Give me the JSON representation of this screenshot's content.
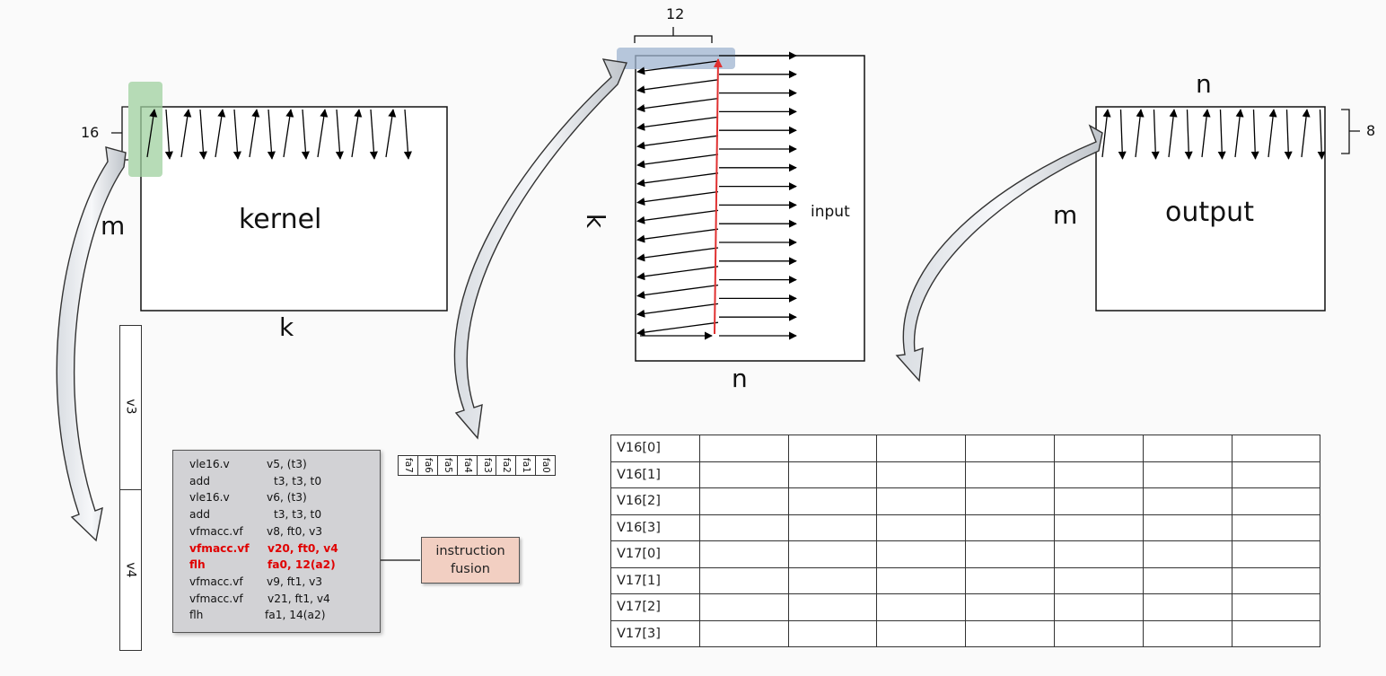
{
  "kernel": {
    "label": "kernel",
    "m_label": "m",
    "k_label": "k",
    "dim_label": "16"
  },
  "input": {
    "label": "input",
    "k_label": "k",
    "n_label": "n",
    "dim_label": "12"
  },
  "output": {
    "label": "output",
    "m_label": "m",
    "n_label": "n",
    "dim_label": "8"
  },
  "vector_registers": [
    "v3",
    "v4"
  ],
  "float_registers": [
    "fa7",
    "fa6",
    "fa5",
    "fa4",
    "fa3",
    "fa2",
    "fa1",
    "fa0"
  ],
  "code": [
    {
      "op": "vle16.v",
      "args": "v5, (t3)",
      "highlight": false
    },
    {
      "op": "add",
      "args": "t3, t3, t0",
      "highlight": false
    },
    {
      "op": "vle16.v",
      "args": "v6, (t3)",
      "highlight": false
    },
    {
      "op": "add",
      "args": "t3, t3, t0",
      "highlight": false
    },
    {
      "op": "vfmacc.vf",
      "args": "v8, ft0, v3",
      "highlight": false
    },
    {
      "op": "vfmacc.vf",
      "args": "v20, ft0, v4",
      "highlight": true
    },
    {
      "op": "flh",
      "args": "fa0, 12(a2)",
      "highlight": true
    },
    {
      "op": "vfmacc.vf",
      "args": "v9, ft1, v3",
      "highlight": false
    },
    {
      "op": "vfmacc.vf",
      "args": "v21, ft1, v4",
      "highlight": false
    },
    {
      "op": "flh",
      "args": "fa1, 14(a2)",
      "highlight": false
    }
  ],
  "fusion_note": {
    "line1": "instruction",
    "line2": "fusion"
  },
  "output_table": {
    "rows": [
      "V16[0]",
      "V16[1]",
      "V16[2]",
      "V16[3]",
      "V17[0]",
      "V17[1]",
      "V17[2]",
      "V17[3]"
    ],
    "empty_columns": 7
  },
  "colors": {
    "highlight_text": "#e00000",
    "red_arrow": "#e03030",
    "fusion_fill": "#f2cfc2",
    "kernel_highlight": "#9fd09f",
    "input_highlight": "#9fb4d0",
    "code_fill": "#d2d2d5"
  }
}
